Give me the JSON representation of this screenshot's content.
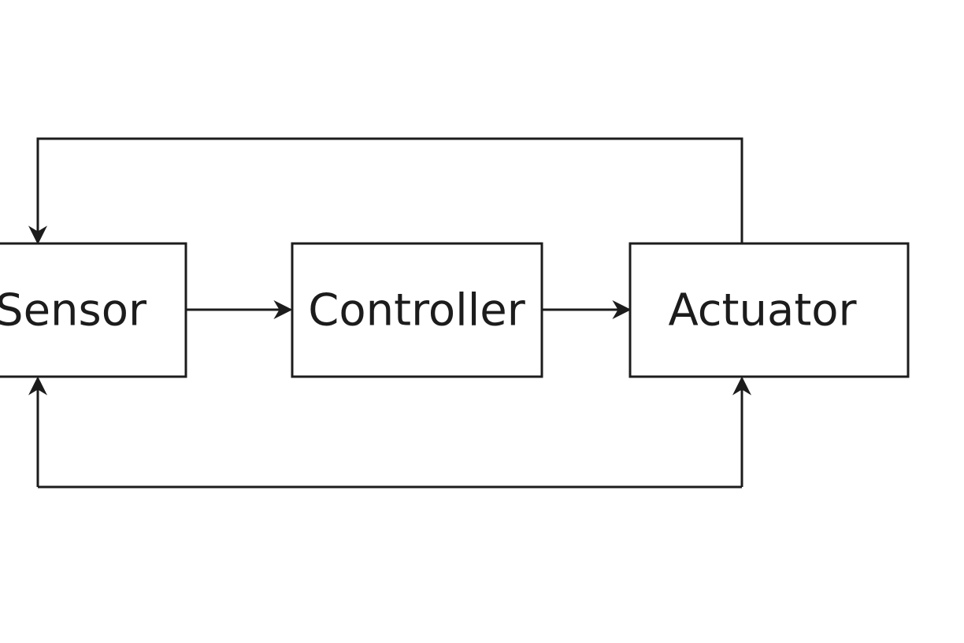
{
  "blocks": {
    "sensor": {
      "label": "Sensor"
    },
    "controller": {
      "label": "Controller"
    },
    "actuator": {
      "label": "Actuator"
    }
  },
  "connections": [
    {
      "from": "sensor",
      "to": "controller"
    },
    {
      "from": "controller",
      "to": "actuator"
    },
    {
      "from": "actuator",
      "to": "sensor"
    },
    {
      "from": "sensor",
      "to": "actuator"
    }
  ],
  "colors": {
    "stroke": "#1c1c1c",
    "background": "#ffffff"
  }
}
